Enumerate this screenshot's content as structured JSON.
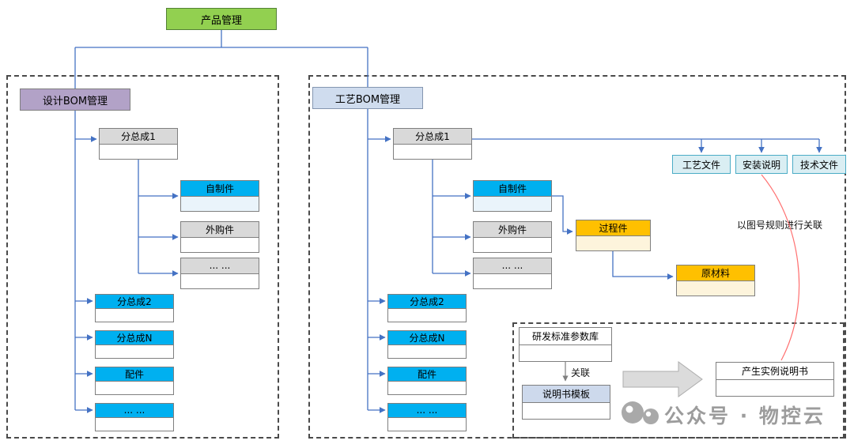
{
  "diagram": {
    "root": "产品管理",
    "left": {
      "header": "设计BOM管理",
      "sub1": "分总成1",
      "children": [
        "自制件",
        "外购件",
        "... ..."
      ],
      "items": [
        "分总成2",
        "分总成N",
        "配件",
        "... ..."
      ]
    },
    "right": {
      "header": "工艺BOM管理",
      "sub1": "分总成1",
      "children": [
        "自制件",
        "外购件",
        "... ..."
      ],
      "items": [
        "分总成2",
        "分总成N",
        "配件",
        "... ..."
      ],
      "process_part": "过程件",
      "raw_material": "原材料",
      "docs": [
        "工艺文件",
        "安装说明",
        "技术文件"
      ],
      "note": "以图号规则进行关联",
      "param_lib": "研发标准参数库",
      "assoc": "关联",
      "template": "说明书模板",
      "instance": "产生实例说明书"
    },
    "watermark": "公众号 · 物控云",
    "colors": {
      "root_green": "#92D050",
      "design_purple": "#B2A2C7",
      "process_blue": "#CFDCEE",
      "node_cyan": "#00B0F0",
      "node_orange": "#FFC000",
      "node_gray": "#D9D9D9",
      "doc_bg": "#DAEEF3",
      "connector_blue": "#4472C4",
      "red_link": "#FF7070",
      "watermark_gray": "#9C9C9C"
    }
  }
}
